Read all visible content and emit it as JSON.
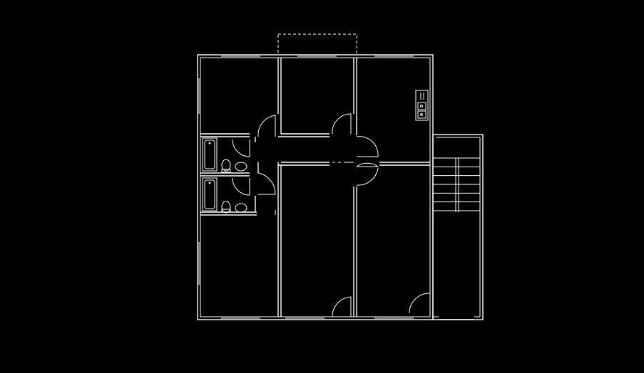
{
  "drawing": {
    "background": "#000000",
    "line_color": "#ffffff"
  },
  "elements": {
    "rooms": [
      "bedroom-top-left",
      "bedroom-top-middle",
      "kitchen-top-right",
      "living-bottom-left",
      "room-bottom-middle",
      "room-bottom-right"
    ],
    "bathrooms": 2,
    "stair_steps": 7
  }
}
